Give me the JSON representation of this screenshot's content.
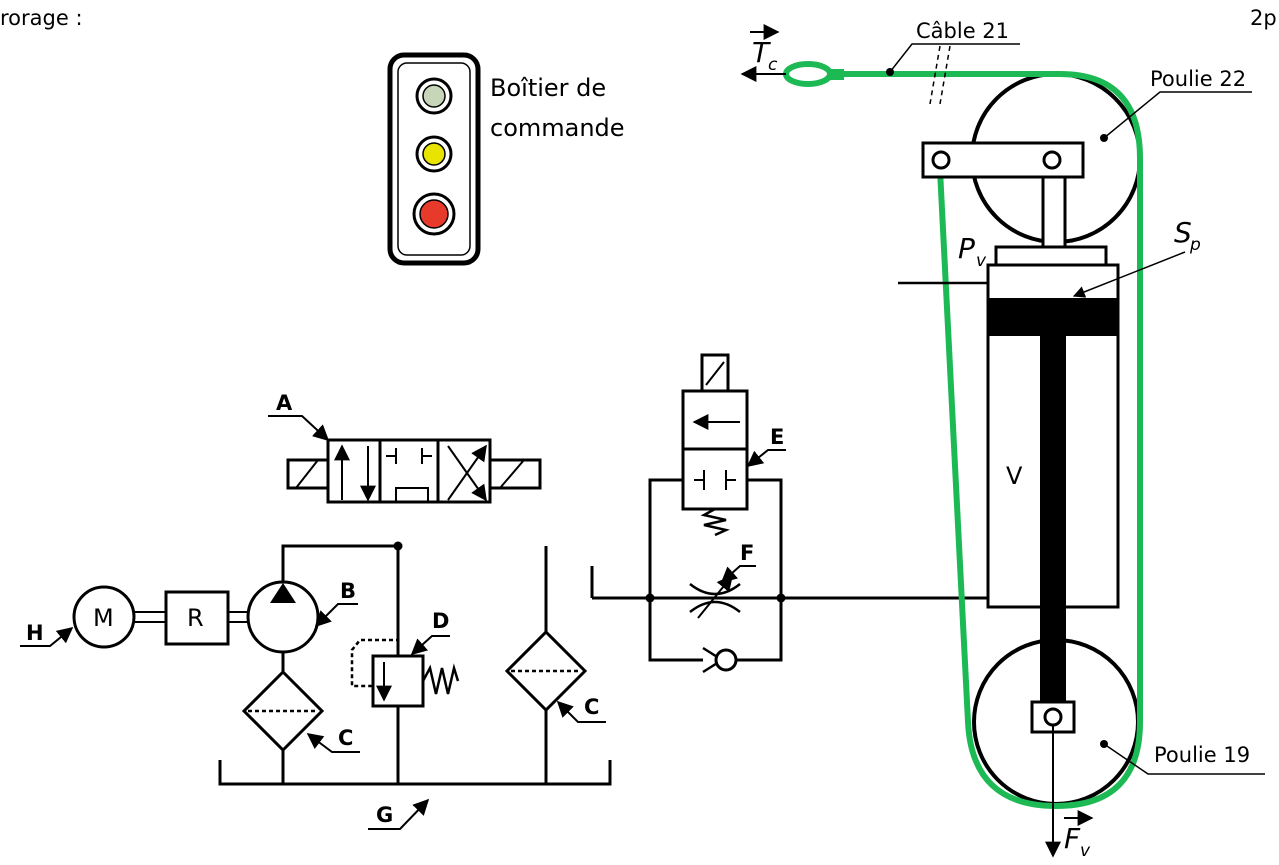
{
  "header": {
    "left_text": "rorage :",
    "right_text": "2p"
  },
  "control_box": {
    "label_line1": "Boîtier de",
    "label_line2": "commande"
  },
  "colors": {
    "cable": "#1db954",
    "light_top": "#c7d6b8",
    "light_mid": "#e8e400",
    "light_bottom": "#e83a2a"
  },
  "labels": {
    "cable": "Câble 21",
    "pulley_top": "Poulie 22",
    "pulley_bottom": "Poulie 19",
    "tension_main": "T",
    "tension_sub": "c",
    "force_main": "F",
    "force_sub": "v",
    "pressure_main": "P",
    "pressure_sub": "v",
    "section_main": "S",
    "section_sub": "p",
    "volume": "V",
    "A": "A",
    "B": "B",
    "C1": "C",
    "C2": "C",
    "D": "D",
    "E": "E",
    "F": "F",
    "G": "G",
    "H": "H",
    "motor": "M",
    "reducer": "R"
  }
}
